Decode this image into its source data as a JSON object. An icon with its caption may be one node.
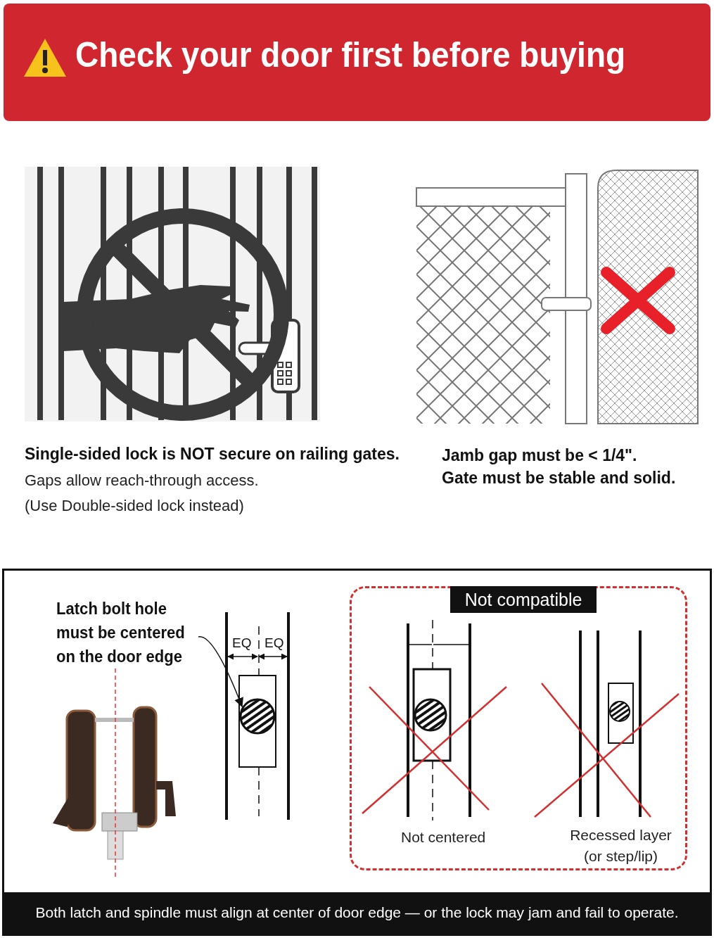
{
  "diagram": {
    "title": "Check your door first before buying",
    "caption": "Both latch and spindle must align at center of door edge — or the lock may jam and fail to operate.",
    "nodes": [
      {
        "text": [
          "Latch bolt hole must be centered on the door edge"
        ]
      },
      {
        "text": [],
        "shape": "circle"
      },
      {
        "text": [
          "Not compatible",
          "Not centered",
          "Recessed layer (or step/lip)"
        ]
      }
    ],
    "edges": [
      {
        "from": 0,
        "to": 1,
        "arrow": "to"
      }
    ],
    "labels": [
      "Single-sided lock is NOT secure on railing gates.",
      "Gaps allow reach-through access.",
      "(Use Double-sided lock instead)",
      "Jamb gap must be < 1/4\".",
      "Gate must be stable and solid.",
      "EQ",
      "EQ"
    ]
  }
}
